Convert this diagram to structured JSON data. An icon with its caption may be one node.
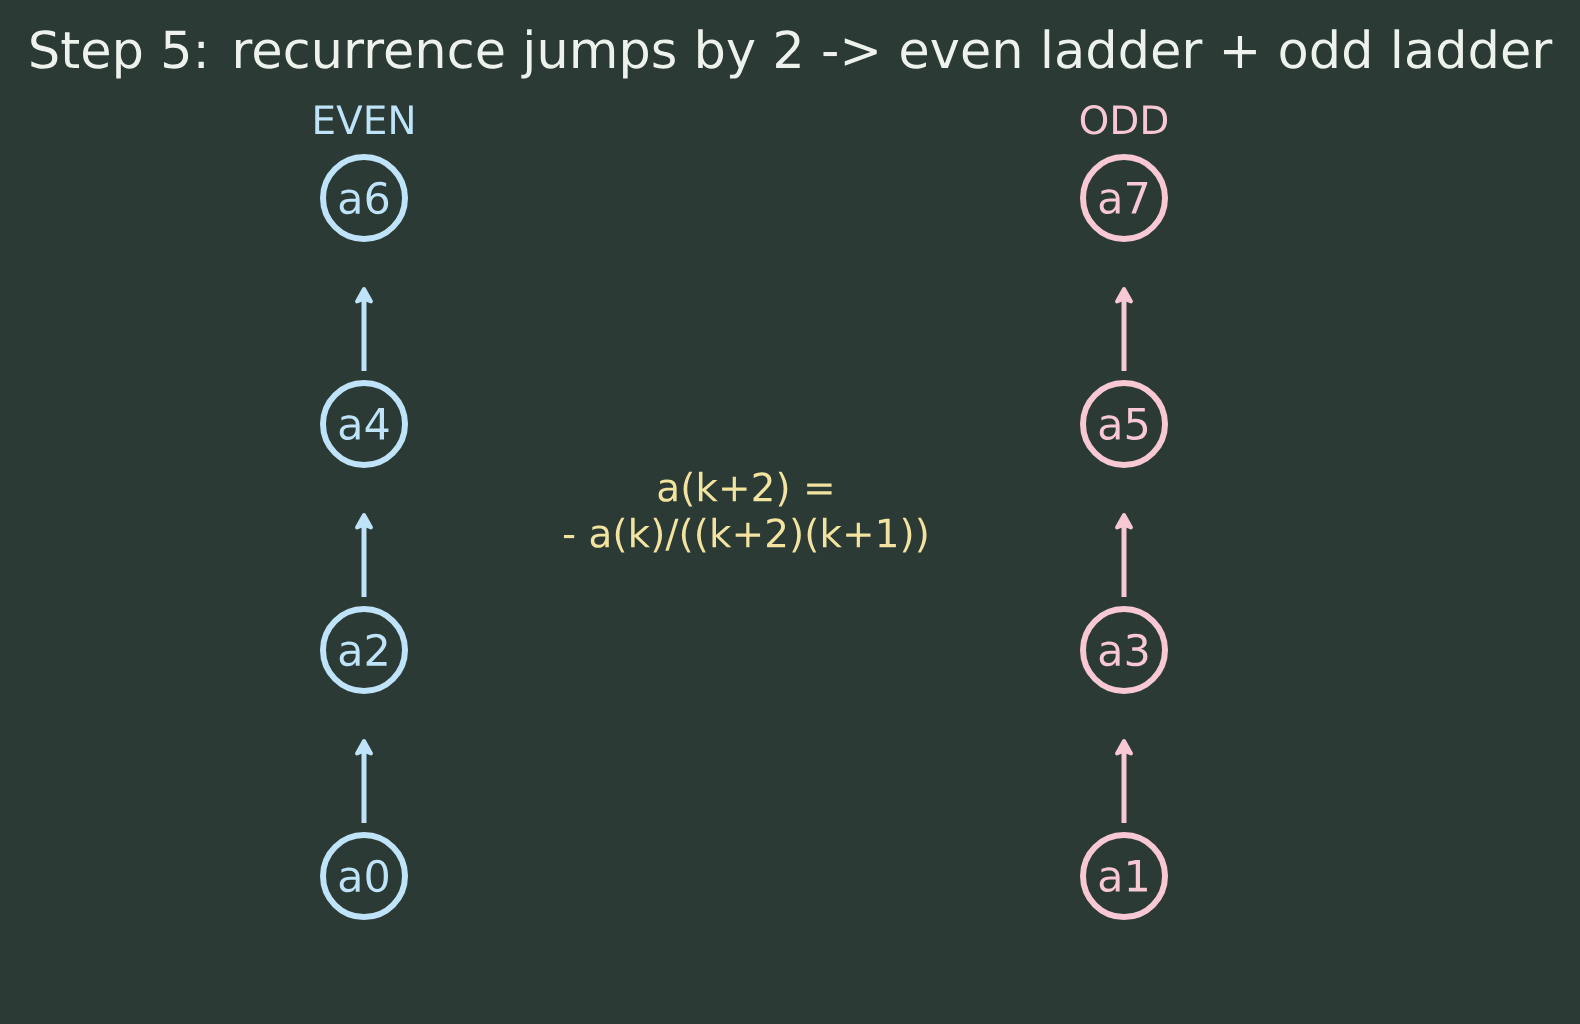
{
  "diagram": {
    "title": "Step 5: recurrence jumps by 2 -> even ladder + odd ladder",
    "nodes": [
      {
        "text": [
          "a6"
        ]
      },
      {
        "text": [
          "a7"
        ]
      },
      {
        "text": [
          "a4"
        ]
      },
      {
        "text": [
          "a5"
        ]
      },
      {
        "text": [
          "a2"
        ]
      },
      {
        "text": [
          "a3"
        ]
      },
      {
        "text": [
          "a0"
        ]
      },
      {
        "text": [
          "a1"
        ]
      }
    ],
    "edges": [
      {
        "from": 6,
        "to": 4,
        "arrow": "to",
        "color": "#bfe3f8"
      },
      {
        "from": 4,
        "to": 2,
        "arrow": "to",
        "color": "#bfe3f8"
      },
      {
        "from": 2,
        "to": 0,
        "arrow": "to",
        "color": "#bfe3f8"
      },
      {
        "from": 7,
        "to": 5,
        "arrow": "to",
        "color": "#f8c8d4"
      },
      {
        "from": 5,
        "to": 3,
        "arrow": "to",
        "color": "#f8c8d4"
      },
      {
        "from": 3,
        "to": 1,
        "arrow": "to",
        "color": "#f8c8d4"
      }
    ],
    "labels": [
      "EVEN",
      "ODD",
      "a(k+2) = - a(k)/((k+2)(k+1))"
    ]
  }
}
